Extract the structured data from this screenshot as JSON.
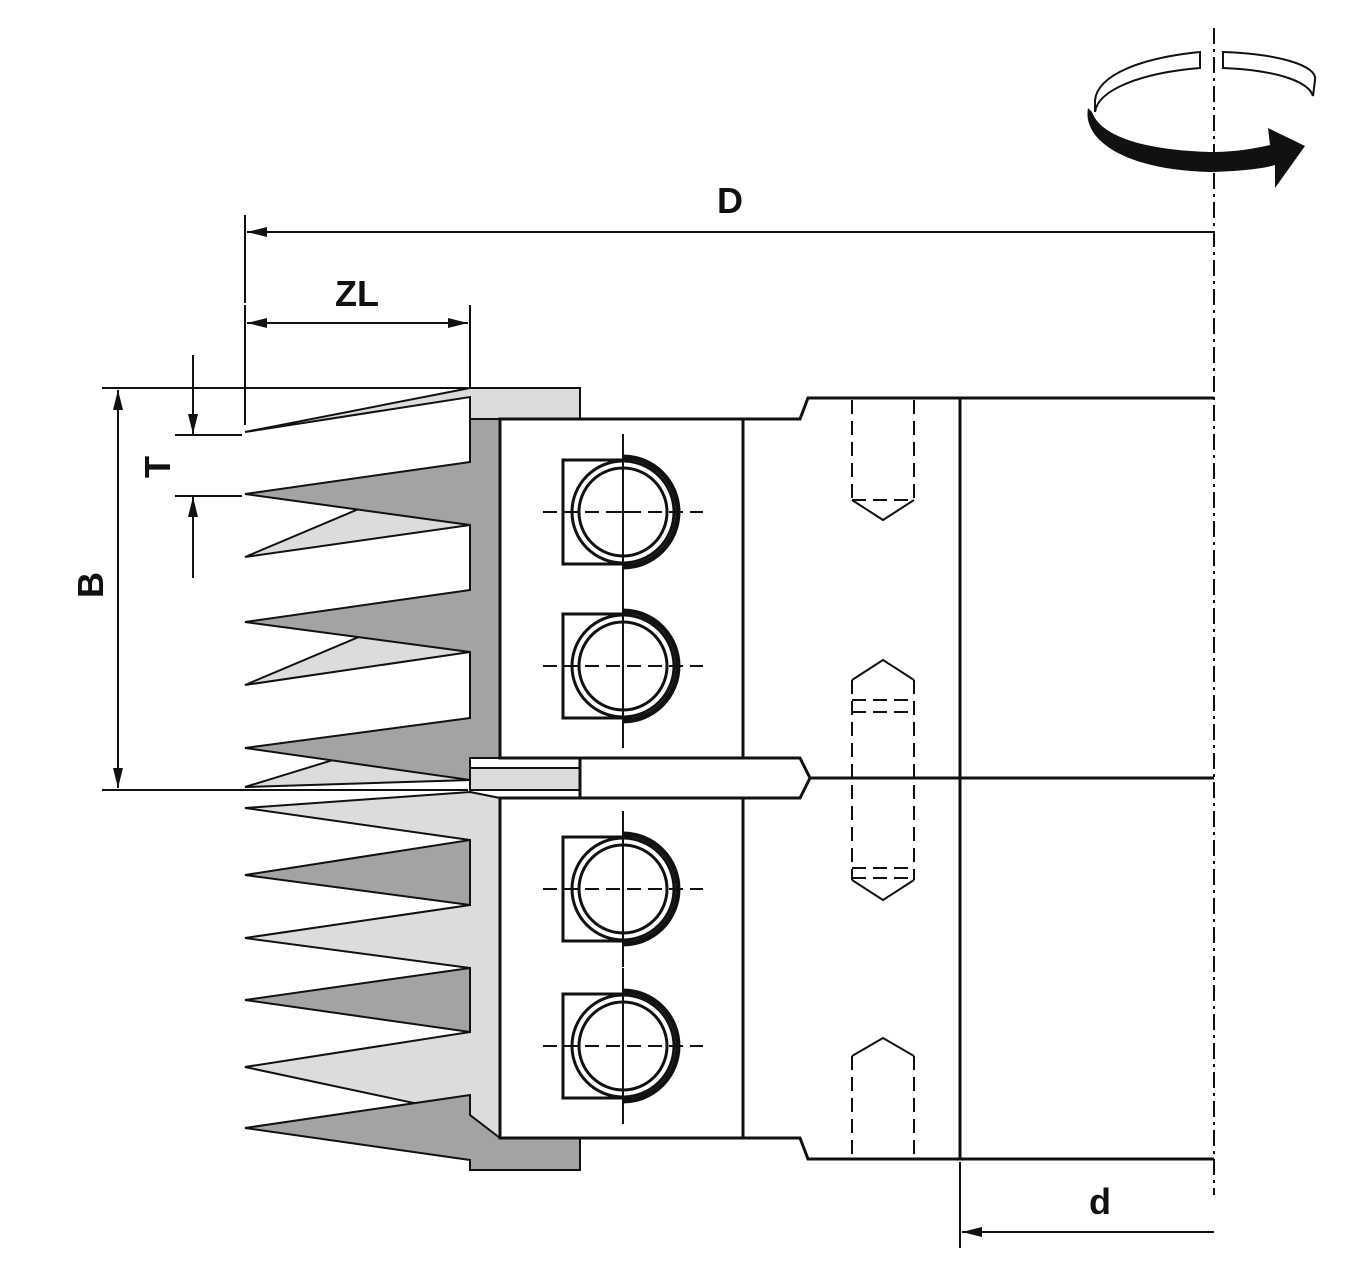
{
  "diagram": {
    "labels": {
      "outer_diameter": "D",
      "tooth_length": "ZL",
      "tooth_pitch": "T",
      "cutter_width": "B",
      "bore_diameter": "d"
    },
    "colors": {
      "line": "#111111",
      "light_tooth": "#dcdcdc",
      "dark_tooth": "#a3a3a3",
      "background": "#ffffff"
    },
    "icons": [
      "rotation-direction-icon",
      "screw-icon"
    ]
  }
}
